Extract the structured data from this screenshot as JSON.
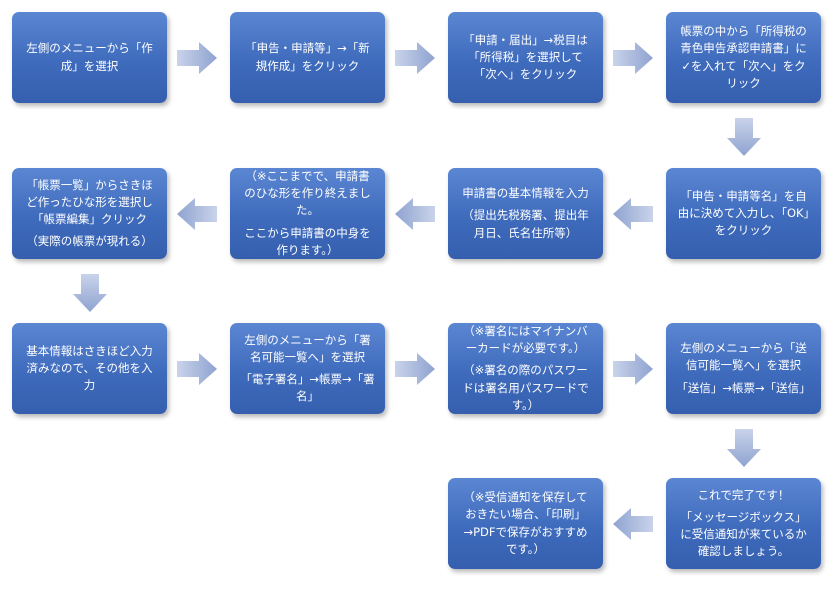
{
  "steps": [
    {
      "lines": [
        "左側のメニューから「作成」を選択"
      ]
    },
    {
      "lines": [
        "「申告・申請等」→「新規作成」をクリック"
      ]
    },
    {
      "lines": [
        "「申請・届出」→税目は「所得税」を選択して「次へ」をクリック"
      ]
    },
    {
      "lines": [
        "帳票の中から「所得税の青色申告承認申請書」に✓を入れて「次へ」をクリック"
      ]
    },
    {
      "lines": [
        "「申告・申請等名」を自由に決めて入力し、「OK」をクリック"
      ]
    },
    {
      "lines": [
        "申請書の基本情報を入力",
        "（提出先税務署、提出年月日、氏名住所等）"
      ]
    },
    {
      "lines": [
        "（※ここまでで、申請書のひな形を作り終えました。",
        "ここから申請書の中身を作ります。）"
      ]
    },
    {
      "lines": [
        "「帳票一覧」からさきほど作ったひな形を選択し「帳票編集」クリック",
        "（実際の帳票が現れる）"
      ]
    },
    {
      "lines": [
        "基本情報はさきほど入力済みなので、その他を入力"
      ]
    },
    {
      "lines": [
        "左側のメニューから「署名可能一覧へ」を選択",
        "「電子署名」→帳票→「署名」"
      ]
    },
    {
      "lines": [
        "（※署名にはマイナンバーカードが必要です。）",
        "（※署名の際のパスワードは署名用パスワードです。）"
      ]
    },
    {
      "lines": [
        "左側のメニューから「送信可能一覧へ」を選択",
        "「送信」→帳票→「送信」"
      ]
    },
    {
      "lines": [
        "これで完了です！",
        "「メッセージボックス」に受信通知が来ているか確認しましょう。"
      ]
    },
    {
      "lines": [
        "（※受信通知を保存しておきたい場合、「印刷」→PDFで保存がおすすめです。）"
      ]
    }
  ],
  "colors": {
    "box_top": "#5b86d2",
    "box_bottom": "#355fae",
    "text": "#ffffff",
    "arrow_light": "#c9d3ea",
    "arrow_dark": "#8fa3d0"
  }
}
